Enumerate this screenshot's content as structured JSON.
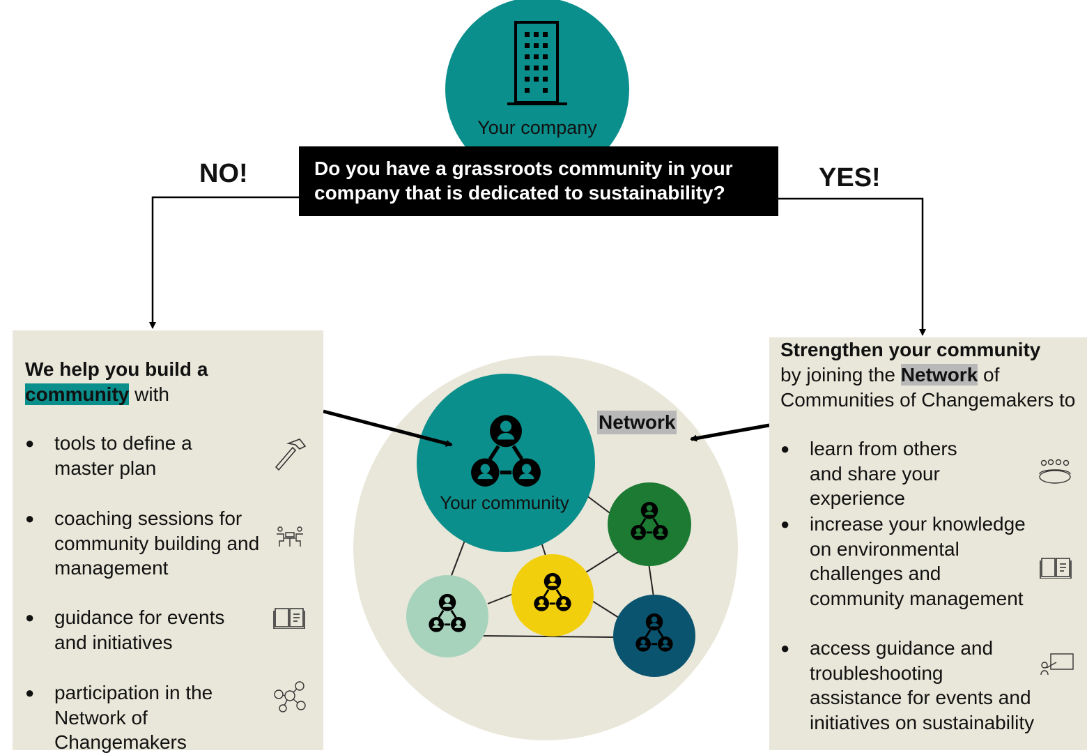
{
  "top": {
    "company_label": "Your company",
    "question": "Do you have a grassroots community in your company that is dedicated to sustainability?",
    "no_label": "NO!",
    "yes_label": "YES!"
  },
  "left": {
    "heading_bold": "We help you build a",
    "heading_highlight": "community",
    "heading_rest": " with",
    "items": [
      {
        "text": "tools to define a master plan",
        "icon": "hammer-icon"
      },
      {
        "text": "coaching sessions for community building and management",
        "icon": "meeting-icon"
      },
      {
        "text": "guidance for events and initiatives",
        "icon": "book-icon"
      },
      {
        "text": "participation in the Network of Changemakers",
        "icon": "network-icon"
      }
    ]
  },
  "right": {
    "heading_bold": "Strengthen your community",
    "heading_pre": "by joining the ",
    "heading_highlight": "Network",
    "heading_post": " of Communities of Changemakers to",
    "items": [
      {
        "text": "learn from others and share your experience",
        "icon": "group-table-icon"
      },
      {
        "text": "increase your knowledge on environmental challenges and community management",
        "icon": "book-icon"
      },
      {
        "text": "access guidance and troubleshooting assistance for events and initiatives on sustainability",
        "icon": "presentation-icon"
      }
    ]
  },
  "network": {
    "label": "Network",
    "community_label": "Your community"
  },
  "colors": {
    "teal": "#0b8f8c",
    "beige": "#e9e7d9",
    "green": "#1c7a33",
    "yellow": "#f2cf0c",
    "mint": "#a7d3bd",
    "navy": "#0a5470"
  }
}
